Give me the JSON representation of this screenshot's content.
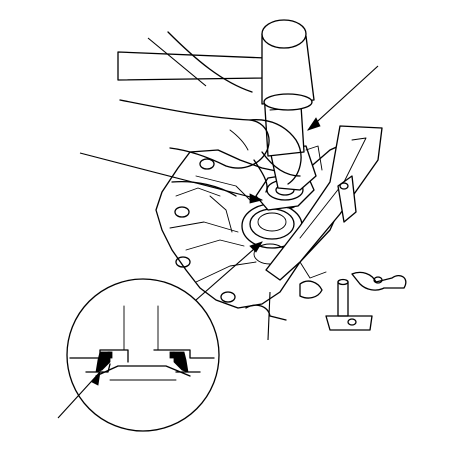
{
  "figure": {
    "type": "service-manual-line-illustration",
    "callout_leaders": [
      "hammer-leader",
      "driver-leader",
      "seal-leader",
      "detail-leader"
    ],
    "detail_view": "oil-seal-installed-flush"
  },
  "colors": {
    "line": "#000000",
    "background": "#ffffff"
  }
}
